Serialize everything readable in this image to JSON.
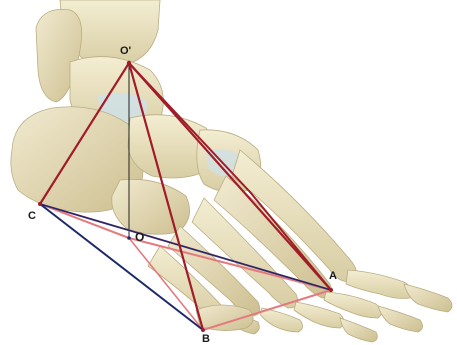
{
  "figure": {
    "points": {
      "o_prime": "O'",
      "o": "O",
      "a": "A",
      "b": "B",
      "c": "C"
    },
    "colors": {
      "background": "#ffffff",
      "bone_fill": "#ece5c4",
      "bone_shadow": "#cfc49a",
      "cartilage": "#cfe0e8",
      "pyramid_edges": "#a01c28",
      "base_outer": "#e47a80",
      "base_diagonals": "#1f2a6b",
      "vertical_axis": "#222222"
    }
  }
}
